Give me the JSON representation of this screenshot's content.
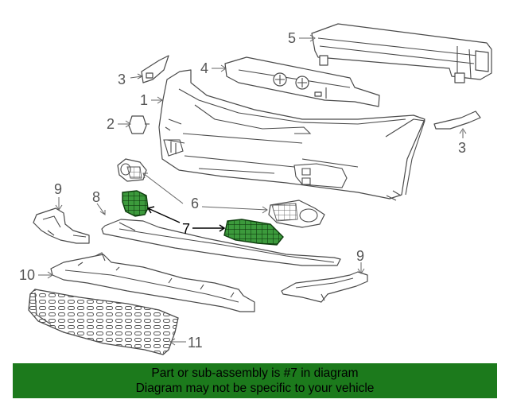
{
  "colors": {
    "banner": "#1c7a1c",
    "highlight_part": "#3c9a3c",
    "outline": "#4a4a4a"
  },
  "callouts": {
    "c1": "1",
    "c2": "2",
    "c3a": "3",
    "c3b": "3",
    "c4": "4",
    "c5": "5",
    "c6": "6",
    "c7": "7",
    "c8": "8",
    "c9a": "9",
    "c9b": "9",
    "c10": "10",
    "c11": "11"
  },
  "highlighted_callout": "7",
  "banner": {
    "line1": "Part or sub-assembly is #7 in diagram",
    "line2": "Diagram may not be specific to your vehicle"
  }
}
